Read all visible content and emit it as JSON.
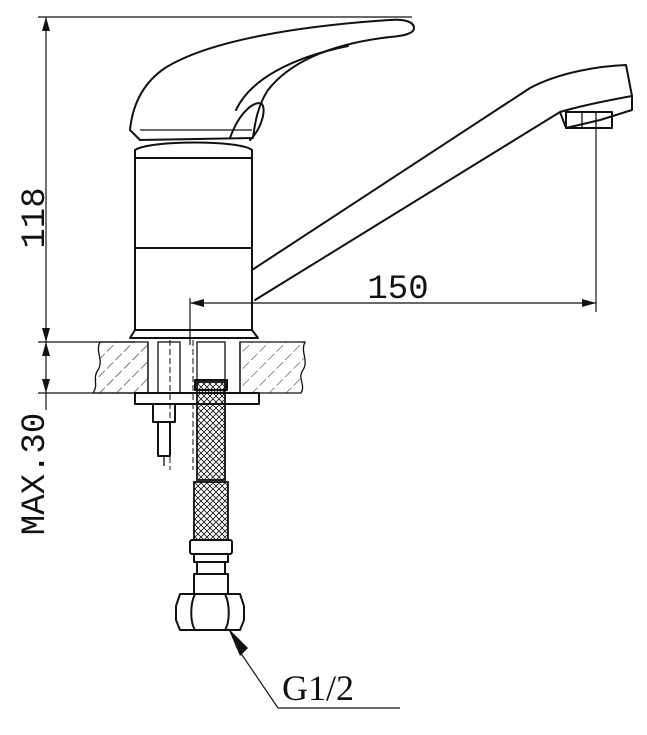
{
  "dimensions": {
    "height": "118",
    "spout_reach": "150",
    "mount_thickness": "MAX.30"
  },
  "labels": {
    "thread": "G1/2"
  }
}
